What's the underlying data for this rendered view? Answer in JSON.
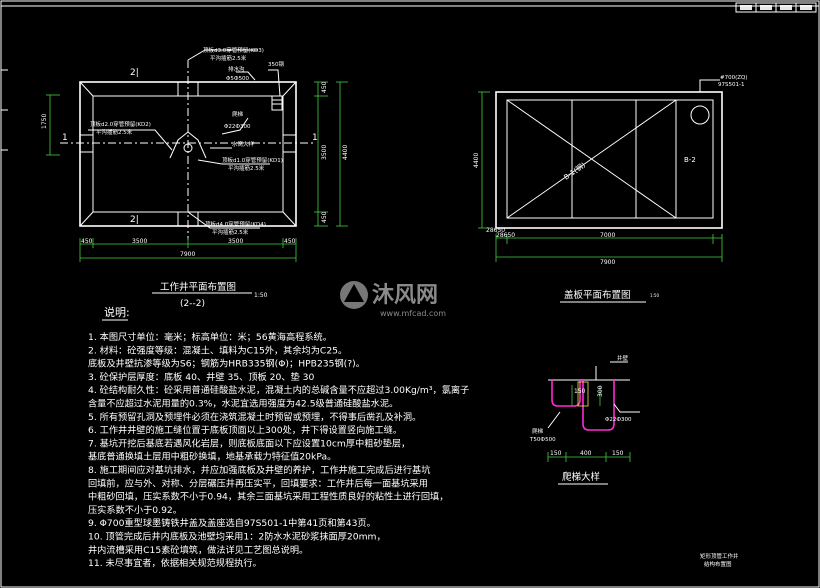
{
  "title_block": {
    "cells": [
      "",
      "",
      "",
      ""
    ]
  },
  "plan_well": {
    "title": "工作井平面布置图",
    "scale": "1:50",
    "subtitle": "(2--2)",
    "section_marks": [
      "2|",
      "2|",
      "1",
      "1"
    ],
    "callouts": {
      "kd3": "顶板d3.0穿管预留(KD3)",
      "kd3b": "平沟插筋2.5米",
      "drain": "排水沟",
      "drain_spec": "Φ5Ф500",
      "d350": "350钢",
      "kd2": "顶板d2.0穿管预留(KD2)",
      "kd2b": "平沟插筋2.5米",
      "ladder": "爬梯",
      "ladder_spec": "Φ22Ф300",
      "sump": "水窝大样",
      "kd1": "顶板d1.0穿管预留(KD1)",
      "kd1b": "平沟插筋2.5米",
      "kd4": "顶板d4.0穿管预留(KD4)",
      "kd4b": "平沟插筋2.5米"
    },
    "dims": {
      "left_h": "1750",
      "right_top": "450",
      "right_mid": "4400",
      "right_mid2": "3500",
      "right_bot": "450",
      "bottom_1": "450",
      "bottom_2": "3500",
      "bottom_3": "3500",
      "bottom_4": "450",
      "bottom_total": "7900"
    }
  },
  "cover_plan": {
    "title": "盖板平面布置图",
    "scale": "1:50",
    "label_manhole": "#700(ZQ)",
    "label_manhole2": "97S501-1",
    "label_b1": "B-1(钢)",
    "label_b2": "B-2",
    "dims": {
      "left": "4400",
      "left_top": "28650",
      "bottom_1": "28650",
      "bottom_2": "7000",
      "bottom_total": "7900"
    }
  },
  "notes": {
    "heading": "说明:",
    "lines": [
      "1.  本图尺寸单位：毫米；标高单位：米；56黄海高程系统。",
      "2.  材料：砼强度等级：混凝土、填料为C15外，其余均为C25。",
      "     底板及井壁抗渗等级为S6；钢筋为HRB335钢(Φ)；HPB235钢(?)。",
      "3.  砼保护层厚度：底板 40、井壁 35、顶板 20、垫 30",
      "4.  砼结构耐久性：砼采用普通硅酸盐水泥，混凝土内的总碱含量不应超过3.00Kg/m³，氯离子",
      "     含量不应超过水泥用量的0.3%，水泥宜选用强度为42.5级普通硅酸盐水泥。",
      "5.  所有预留孔洞及预埋件必须在浇筑混凝土时预留或预埋，不得事后凿孔及补洞。",
      "6.  工作井井壁的施工缝位置于底板顶面以上300处，井下得设置竖向施工缝。",
      "7.  基坑开挖后基底若遇风化岩层，则底板底面以下应设置10cm厚中粗砂垫层，",
      "     基底普通换填土层用中粗砂换填，地基承载力特征值20kPa。",
      "8.  施工期间应对基坑排水，并应加强底板及井壁的养护，工作井施工完成后进行基坑",
      "     回填前，应与外、对称、分层碾压井再压实平，回填要求：工作井后每一面基坑采用",
      "     中粗砂回填，压实系数不小于0.94，其余三面基坑采用工程性质良好的粘性土进行回填，",
      "     压实系数不小于0.92。",
      "9.  Φ700重型球墨铸铁井盖及盖座选自97S501-1中第41页和第43页。",
      "10.  顶管完成后井内底板及池壁均采用1：2防水水泥砂浆抹面厚20mm，",
      "      井内流槽采用C15素砼填筑，做法详见工艺图总说明。",
      "11.  未尽事宜者，依据相关规范规程执行。"
    ]
  },
  "ladder_detail": {
    "title": "爬梯大样",
    "label_top": "井壁",
    "label_bar": "Φ22Ф300",
    "label_left": "爬梯",
    "label_left2": "T50Ф500",
    "dim_top_1": "150",
    "dim_top_2": "300",
    "dim_bottom_1": "150",
    "dim_bottom_2": "400",
    "dim_bottom_3": "150"
  },
  "watermark": {
    "brand": "沐风网",
    "url": "www.mfcad.com"
  },
  "drawing_title": {
    "line1": "矩形顶管工作井",
    "line2": "结构布置图"
  }
}
